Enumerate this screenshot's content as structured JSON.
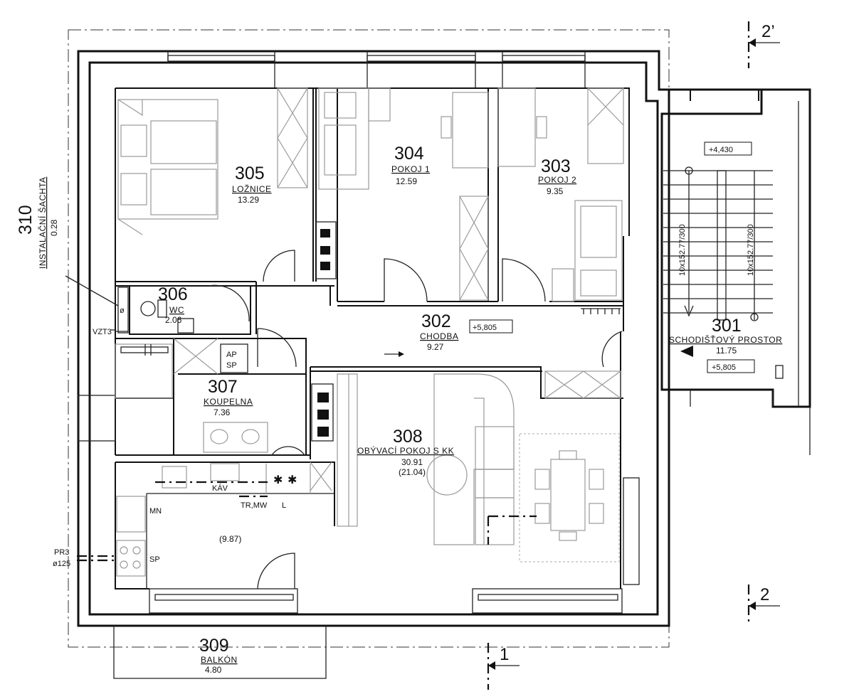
{
  "rooms": [
    {
      "id": "r301",
      "number": "301",
      "name": "SCHODIŠŤOVÝ PROSTOR",
      "area": "11.75"
    },
    {
      "id": "r302",
      "number": "302",
      "name": "CHODBA",
      "area": "9.27"
    },
    {
      "id": "r303",
      "number": "303",
      "name": "POKOJ 2",
      "area": "9.35"
    },
    {
      "id": "r304",
      "number": "304",
      "name": "POKOJ 1",
      "area": "12.59"
    },
    {
      "id": "r305",
      "number": "305",
      "name": "LOŽNICE",
      "area": "13.29"
    },
    {
      "id": "r306",
      "number": "306",
      "name": "WC",
      "area": "2.06"
    },
    {
      "id": "r307",
      "number": "307",
      "name": "KOUPELNA",
      "area": "7.36"
    },
    {
      "id": "r308",
      "number": "308",
      "name": "OBÝVACÍ POKOJ S KK",
      "area": "30.91",
      "sub_area": "(21.04)"
    },
    {
      "id": "r309",
      "number": "309",
      "name": "BALKÓN",
      "area": "4.80"
    },
    {
      "id": "r310",
      "number": "310",
      "name": "INSTALAČNÍ ŠACHTA",
      "area": "0.28"
    }
  ],
  "kitchen_area": "(9.87)",
  "levels": {
    "stair_top": "+4,430",
    "stair_bottom": "+5,805",
    "corridor": "+5,805"
  },
  "stair_labels": {
    "left": "10x152.77/300",
    "right": "10x152.77/300"
  },
  "equipment_labels": {
    "ap_sp": [
      "AP",
      "SP"
    ],
    "kav": "KÁV",
    "tr_mw": "TR,MW",
    "l": "L",
    "mn": "MN",
    "sp": "SP",
    "vzt": "VZT3",
    "pr": "PR3",
    "diameter": "ø125",
    "shaft_symbol": "ø"
  },
  "section_marks": {
    "top_right": "2’",
    "right": "2",
    "bottom": "1"
  }
}
